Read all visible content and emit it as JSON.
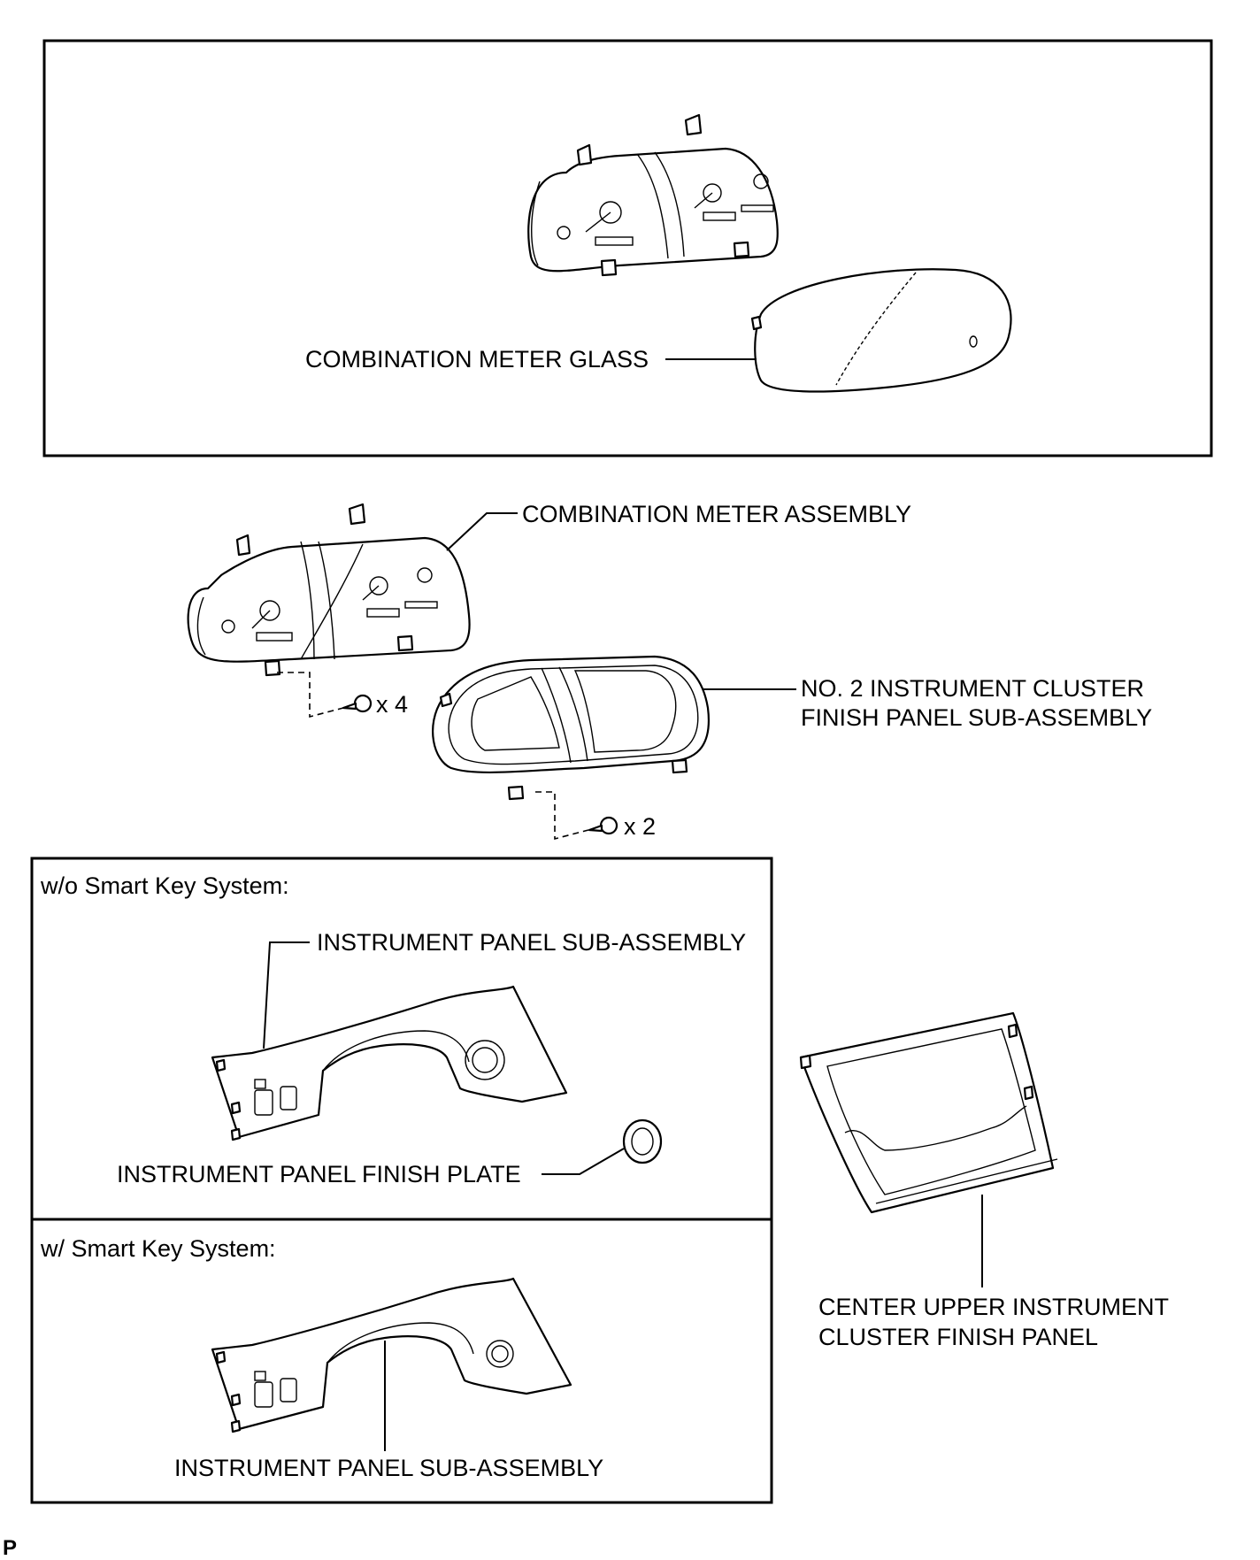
{
  "labels": {
    "meter_glass": "COMBINATION METER GLASS",
    "meter_assembly": "COMBINATION METER ASSEMBLY",
    "no2_panel_line1": "NO. 2 INSTRUMENT CLUSTER",
    "no2_panel_line2": "FINISH PANEL SUB-ASSEMBLY",
    "screw_count_4": "x 4",
    "screw_count_2": "x 2",
    "wo_smart_key": "w/o Smart Key System:",
    "ip_sub_assembly_top": "INSTRUMENT PANEL SUB-ASSEMBLY",
    "ip_finish_plate": "INSTRUMENT PANEL FINISH PLATE",
    "w_smart_key": "w/ Smart Key System:",
    "ip_sub_assembly_bottom": "INSTRUMENT PANEL SUB-ASSEMBLY",
    "center_panel_line1": "CENTER UPPER INSTRUMENT",
    "center_panel_line2": "CLUSTER FINISH PANEL",
    "corner_mark": "P"
  }
}
